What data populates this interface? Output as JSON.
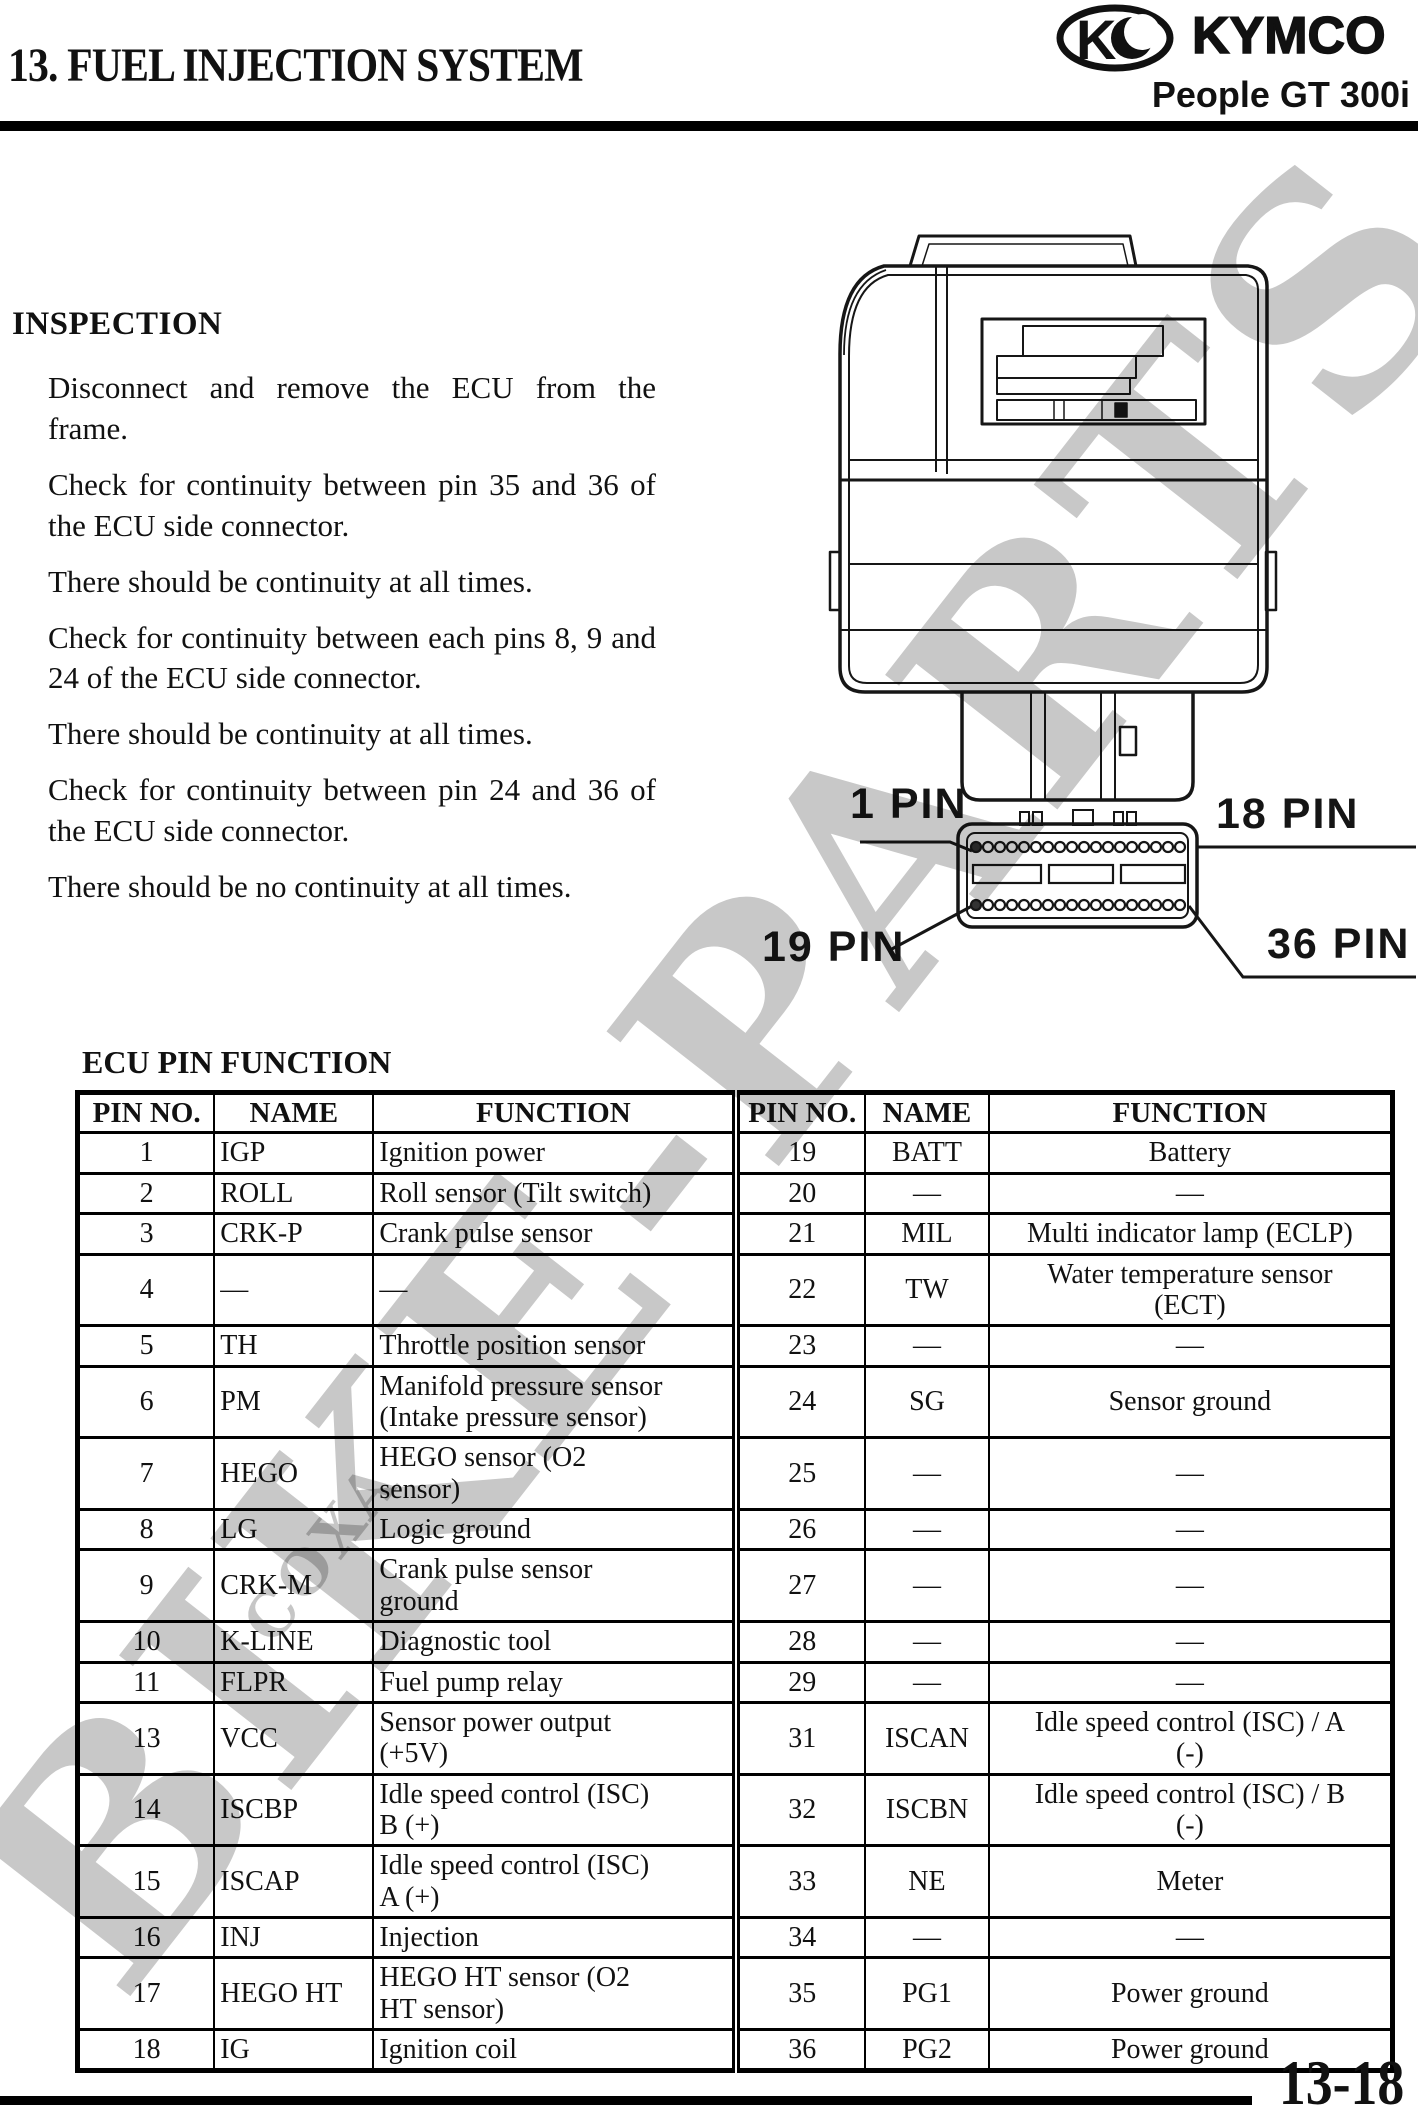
{
  "header": {
    "title": "13. FUEL INJECTION SYSTEM",
    "brand": "KYMCO",
    "model": "People GT 300i"
  },
  "inspection": {
    "heading": "INSPECTION",
    "paragraphs": [
      "Disconnect and remove the ECU from the frame.",
      "Check for continuity between pin 35 and 36 of the ECU side connector.",
      "There should be continuity at all times.",
      "Check for continuity between each pins 8, 9 and 24 of the ECU side connector.",
      "There should be continuity at all times.",
      "Check for continuity between pin 24 and 36 of the ECU side connector.",
      "There should be no continuity at all times."
    ]
  },
  "connector_diagram": {
    "labels": [
      "1 PIN",
      "18 PIN",
      "19 PIN",
      "36 PIN"
    ]
  },
  "pin_table": {
    "heading": "ECU PIN FUNCTION",
    "columns": [
      "PIN NO.",
      "NAME",
      "FUNCTION",
      "PIN NO.",
      "NAME",
      "FUNCTION"
    ],
    "rows": [
      [
        "1",
        "IGP",
        "Ignition power",
        "19",
        "BATT",
        "Battery"
      ],
      [
        "2",
        "ROLL",
        "Roll sensor (Tilt switch)",
        "20",
        "—",
        "—"
      ],
      [
        "3",
        "CRK-P",
        "Crank pulse sensor",
        "21",
        "MIL",
        "Multi indicator lamp (ECLP)"
      ],
      [
        "4",
        "—",
        "—",
        "22",
        "TW",
        "Water temperature sensor\n(ECT)"
      ],
      [
        "5",
        "TH",
        "Throttle position sensor",
        "23",
        "—",
        "—"
      ],
      [
        "6",
        "PM",
        "Manifold pressure sensor\n(Intake pressure sensor)",
        "24",
        "SG",
        "Sensor ground"
      ],
      [
        "7",
        "HEGO",
        "HEGO sensor (O2\nsensor)",
        "25",
        "—",
        "—"
      ],
      [
        "8",
        "LG",
        "Logic ground",
        "26",
        "—",
        "—"
      ],
      [
        "9",
        "CRK-M",
        "Crank pulse sensor\nground",
        "27",
        "—",
        "—"
      ],
      [
        "10",
        "K-LINE",
        "Diagnostic tool",
        "28",
        "—",
        "—"
      ],
      [
        "11",
        "FLPR",
        "Fuel pump relay",
        "29",
        "—",
        "—"
      ],
      [
        "13",
        "VCC",
        "Sensor power output\n(+5V)",
        "31",
        "ISCAN",
        "Idle speed control (ISC) / A\n(-)"
      ],
      [
        "14",
        "ISCBP",
        "Idle speed control (ISC)\nB (+)",
        "32",
        "ISCBN",
        "Idle speed control (ISC) / B\n(-)"
      ],
      [
        "15",
        "ISCAP",
        "Idle speed control (ISC)\nA (+)",
        "33",
        "NE",
        "Meter"
      ],
      [
        "16",
        "INJ",
        "Injection",
        "34",
        "—",
        "—"
      ],
      [
        "17",
        "HEGO HT",
        "HEGO HT sensor (O2\nHT sensor)",
        "35",
        "PG1",
        "Power ground"
      ],
      [
        "18",
        "IG",
        "Ignition coil",
        "36",
        "PG2",
        "Power ground"
      ]
    ]
  },
  "footer": {
    "page_number": "13-18"
  },
  "watermark": {
    "primary": "BIKE-PARTS",
    "secondary": "COXA"
  },
  "colors": {
    "ink": "#111111",
    "watermark_gray": "#c8c8c8"
  }
}
